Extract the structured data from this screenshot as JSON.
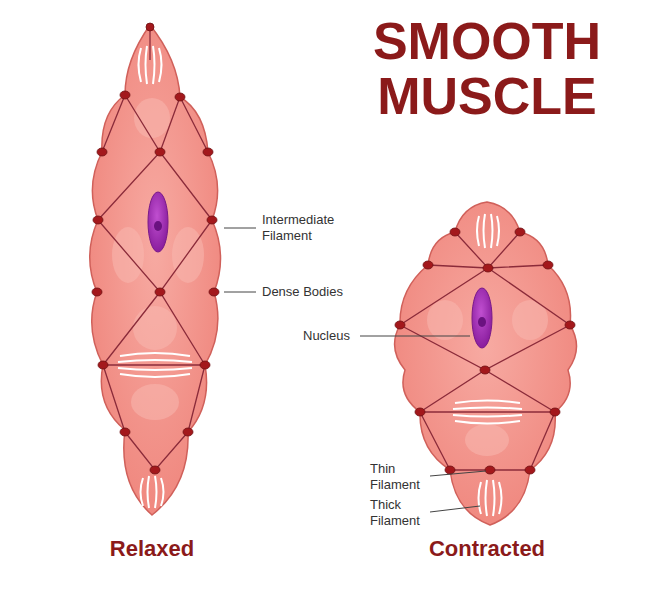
{
  "diagram": {
    "title": "SMOOTH MUSCLE",
    "labels": [
      "Intermediate Filament",
      "Dense Bodies",
      "Nucleus",
      "Thin Filament",
      "Thick Filament",
      "Relaxed",
      "Contracted"
    ]
  }
}
